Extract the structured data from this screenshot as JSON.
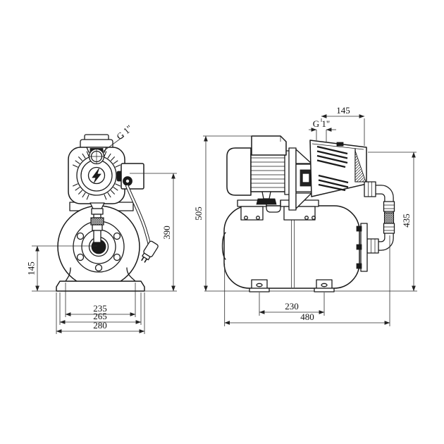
{
  "drawing": {
    "title": "pump-station-technical-drawing",
    "style": {
      "background": "#ffffff",
      "line_color": "#1a1a1a"
    },
    "front_view": {
      "labels": {
        "port_thread": "G 1\"",
        "height_to_pressure_switch": "390",
        "tank_flange_center_height": "145",
        "base_width_inner": "235",
        "base_width_middle": "265",
        "base_width_overall": "280"
      }
    },
    "side_view": {
      "labels": {
        "outlet_to_edge": "145",
        "port_thread": "G 1\"",
        "overall_height": "505",
        "pump_body_height": "435",
        "feet_spacing": "230",
        "overall_length": "480"
      }
    }
  }
}
